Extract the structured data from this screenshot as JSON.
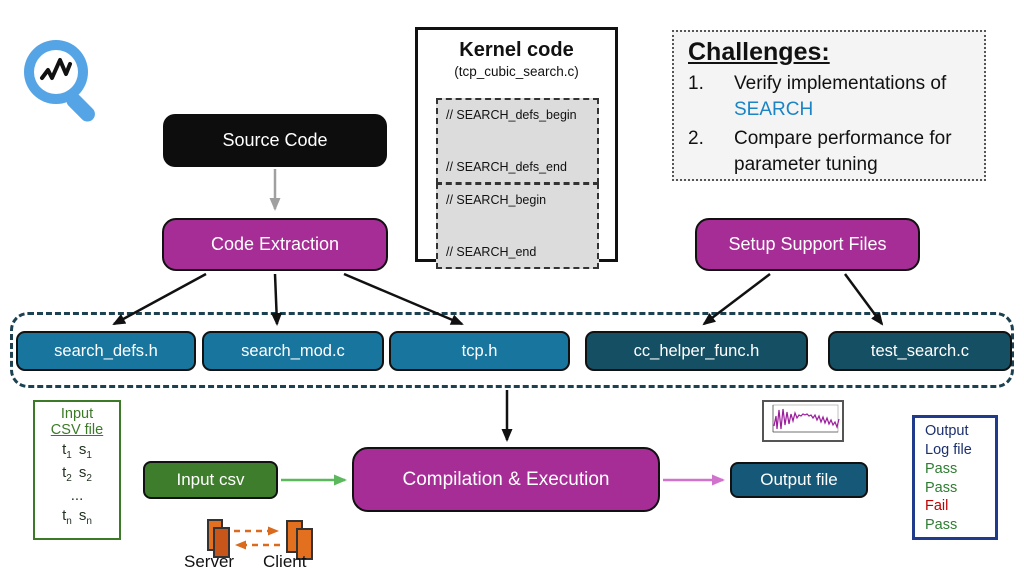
{
  "colors": {
    "purple": "#a62d96",
    "black_node": "#0d0d0d",
    "teal_light": "#17759e",
    "teal_dark": "#154f63",
    "teal_output": "#155877",
    "green_box": "#3e7d2c",
    "green_text": "#3c7a28",
    "green_arrow": "#5cb85c",
    "pink_arrow": "#d173cd",
    "gray_arrow": "#a0a0a0",
    "orange_icon": "#e2701f",
    "navy": "#203a8c",
    "pass_green": "#2e7d32",
    "fail_red": "#c00000",
    "search_blue": "#1b84c4",
    "logo_blue": "#55a4e6"
  },
  "kernel_box": {
    "title": "Kernel code",
    "subtitle": "(tcp_cubic_search.c)",
    "snippet1_line1": "// SEARCH_defs_begin",
    "snippet1_line2": "// SEARCH_defs_end",
    "snippet2_line1": "// SEARCH_begin",
    "snippet2_line2": "// SEARCH_end"
  },
  "challenges": {
    "title": "Challenges:",
    "item1_number": "1.",
    "item1_text": "Verify implementations of",
    "item1_highlight": "SEARCH",
    "item2_number": "2.",
    "item2_text": "Compare performance for parameter tuning"
  },
  "flow": {
    "source_code": "Source Code",
    "code_extraction": "Code Extraction",
    "setup_support_files": "Setup Support Files",
    "files": [
      "search_defs.h",
      "search_mod.c",
      "tcp.h",
      "cc_helper_func.h",
      "test_search.c"
    ],
    "input_csv": "Input csv",
    "compilation": "Compilation & Execution",
    "output_file": "Output file"
  },
  "input_csv_file": {
    "title_line1": "Input",
    "title_line2": "CSV file",
    "rows": [
      {
        "t": "t",
        "t_sub": "1",
        "s": "s",
        "s_sub": "1"
      },
      {
        "t": "t",
        "t_sub": "2",
        "s": "s",
        "s_sub": "2"
      },
      {
        "ellipsis": "..."
      },
      {
        "t": "t",
        "t_sub": "n",
        "s": "s",
        "s_sub": "n"
      }
    ]
  },
  "output_log": {
    "title_line1": "Output",
    "title_line2": "Log file",
    "results": [
      {
        "label": "Pass",
        "status": "pass"
      },
      {
        "label": "Pass",
        "status": "pass"
      },
      {
        "label": "Fail",
        "status": "fail"
      },
      {
        "label": "Pass",
        "status": "pass"
      }
    ]
  },
  "network": {
    "server_label": "Server",
    "client_label": "Client"
  }
}
